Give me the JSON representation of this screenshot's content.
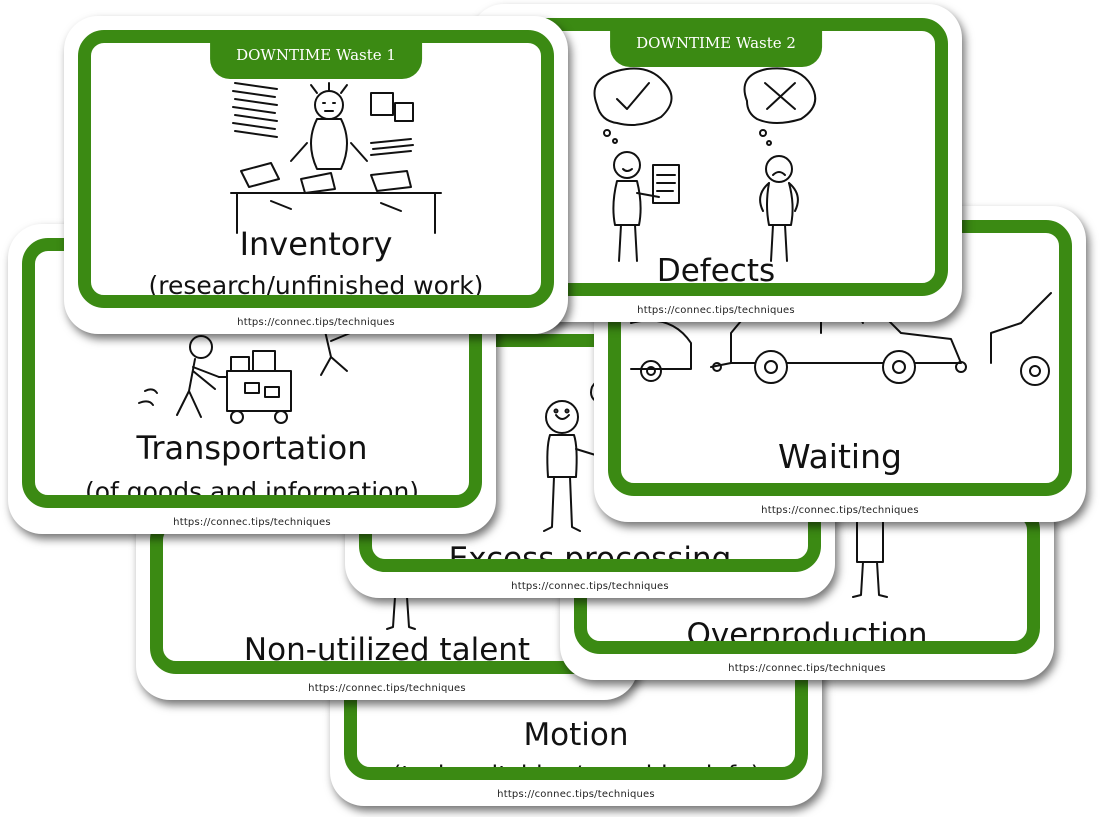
{
  "url": "https://connec.tips/techniques",
  "colors": {
    "frame": "#3b8a13",
    "tab_text": "#ffffff"
  },
  "cards": {
    "motion": {
      "title": "Motion",
      "subtitle": "(task switching/searching info)"
    },
    "non_utilized": {
      "title": "Non-utilized talent"
    },
    "overproduction": {
      "title": "Overproduction"
    },
    "excess": {
      "title": "Excess processing"
    },
    "transportation": {
      "title": "Transportation",
      "subtitle": "(of goods and information)"
    },
    "waiting": {
      "title": "Waiting"
    },
    "defects": {
      "tab": "DOWNTIME Waste 2",
      "title": "Defects"
    },
    "inventory": {
      "tab": "DOWNTIME Waste 1",
      "title": "Inventory",
      "subtitle": "(research/unfinished work)"
    }
  }
}
